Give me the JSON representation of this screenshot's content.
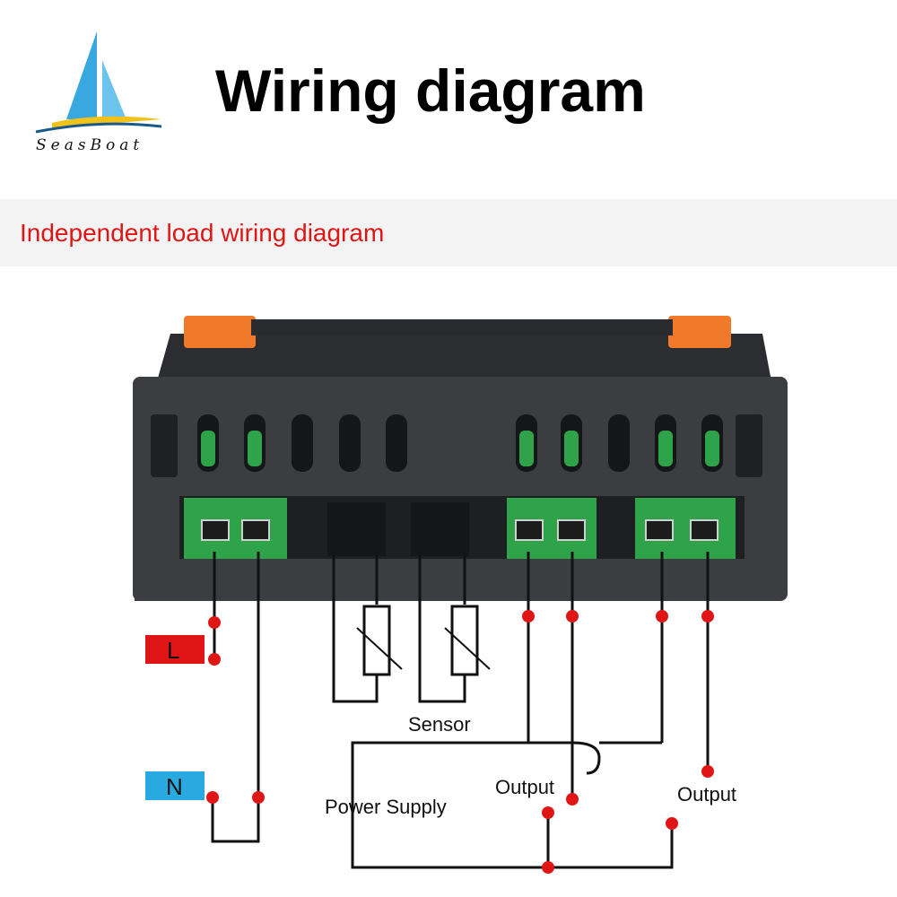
{
  "header": {
    "logo_text": "SeasBoat",
    "title": "Wiring diagram"
  },
  "subtitle": "Independent load wiring diagram",
  "labels": {
    "L": "L",
    "N": "N",
    "sensor": "Sensor",
    "power_supply": "Power Supply",
    "output_1": "Output",
    "output_2": "Output"
  },
  "colors": {
    "subtitle": "#e01616",
    "L_tag": "#e01616",
    "N_tag": "#2aa8e0",
    "node": "#e01616",
    "terminal": "#2fa34a",
    "housing": "#3c3d40",
    "tab": "#f07a2a"
  }
}
